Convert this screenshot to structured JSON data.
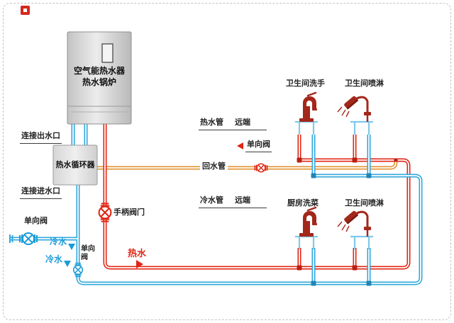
{
  "colors": {
    "hot": "#e02615",
    "cold": "#2fa8dc",
    "cold_text": "#1b9cd8",
    "return_pipe": "#e2922f",
    "fixture": "#a3281c",
    "stand": "#7fc9ea"
  },
  "equipment": {
    "heater_name_line1": "空气能热水器",
    "heater_name_line2": "热水锅炉",
    "outlet_connection": "连接出水口",
    "circulator_name": "热水循环器",
    "inlet_connection": "连接进水口"
  },
  "valves": {
    "check_valve_inlet": "单向阀",
    "check_valve_riser": "单向阀",
    "handle_valve": "手柄阀门",
    "check_valve_return": "单向阀"
  },
  "flows": {
    "cold_label_upper": "冷水",
    "cold_label_lower": "冷水",
    "hot_label": "热水"
  },
  "pipes": {
    "hot_pipe": "热水管",
    "hot_pipe_far_end": "远端",
    "return_pipe": "回水管",
    "cold_pipe": "冷水管",
    "cold_pipe_far_end": "远端"
  },
  "fixtures": {
    "bathroom_sink": "卫生间洗手",
    "bathroom_shower_top": "卫生间喷淋",
    "kitchen_sink": "厨房洗菜",
    "bathroom_shower_bottom": "卫生间喷淋"
  }
}
